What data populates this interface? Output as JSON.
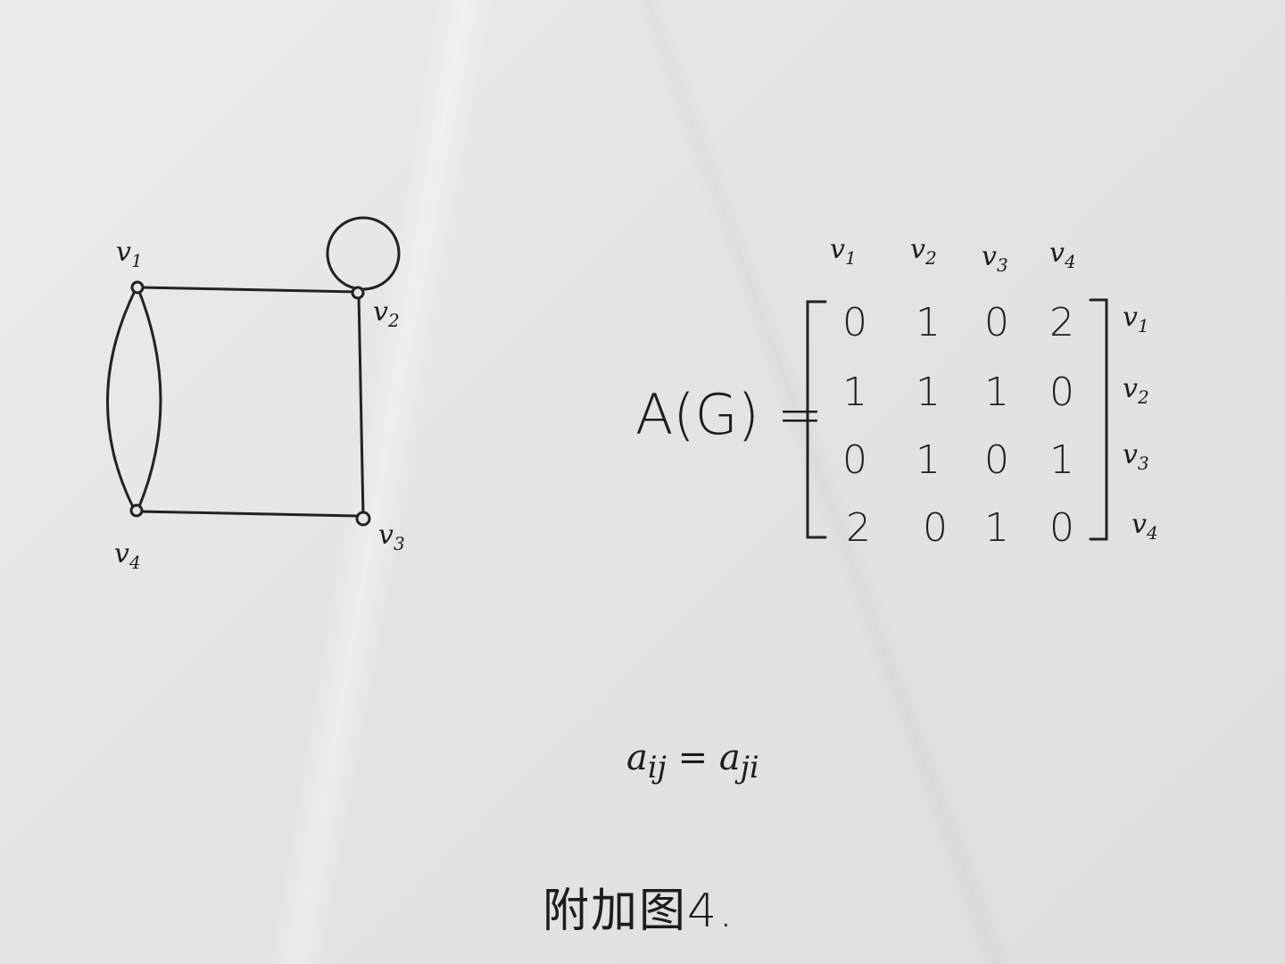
{
  "graph": {
    "vertices": [
      {
        "id": "v1",
        "label": "v",
        "sub": "1"
      },
      {
        "id": "v2",
        "label": "v",
        "sub": "2"
      },
      {
        "id": "v3",
        "label": "v",
        "sub": "3"
      },
      {
        "id": "v4",
        "label": "v",
        "sub": "4"
      }
    ],
    "edges": [
      [
        "v1",
        "v2"
      ],
      [
        "v2",
        "v2"
      ],
      [
        "v2",
        "v3"
      ],
      [
        "v3",
        "v4"
      ],
      [
        "v1",
        "v4"
      ],
      [
        "v1",
        "v4"
      ]
    ]
  },
  "matrix": {
    "name": "A(G) =",
    "col_labels": [
      {
        "label": "v",
        "sub": "1"
      },
      {
        "label": "v",
        "sub": "2"
      },
      {
        "label": "v",
        "sub": "3"
      },
      {
        "label": "v",
        "sub": "4"
      }
    ],
    "row_labels": [
      {
        "label": "v",
        "sub": "1"
      },
      {
        "label": "v",
        "sub": "2"
      },
      {
        "label": "v",
        "sub": "3"
      },
      {
        "label": "v",
        "sub": "4"
      }
    ],
    "rows": [
      [
        "0",
        "1",
        "0",
        "2"
      ],
      [
        "1",
        "1",
        "1",
        "0"
      ],
      [
        "0",
        "1",
        "0",
        "1"
      ],
      [
        "2",
        "0",
        "1",
        "0"
      ]
    ]
  },
  "formula": {
    "lhs": "a",
    "lhs_sub": "ij",
    "eq": " = ",
    "rhs": "a",
    "rhs_sub": "ji"
  },
  "caption": "附加图4."
}
